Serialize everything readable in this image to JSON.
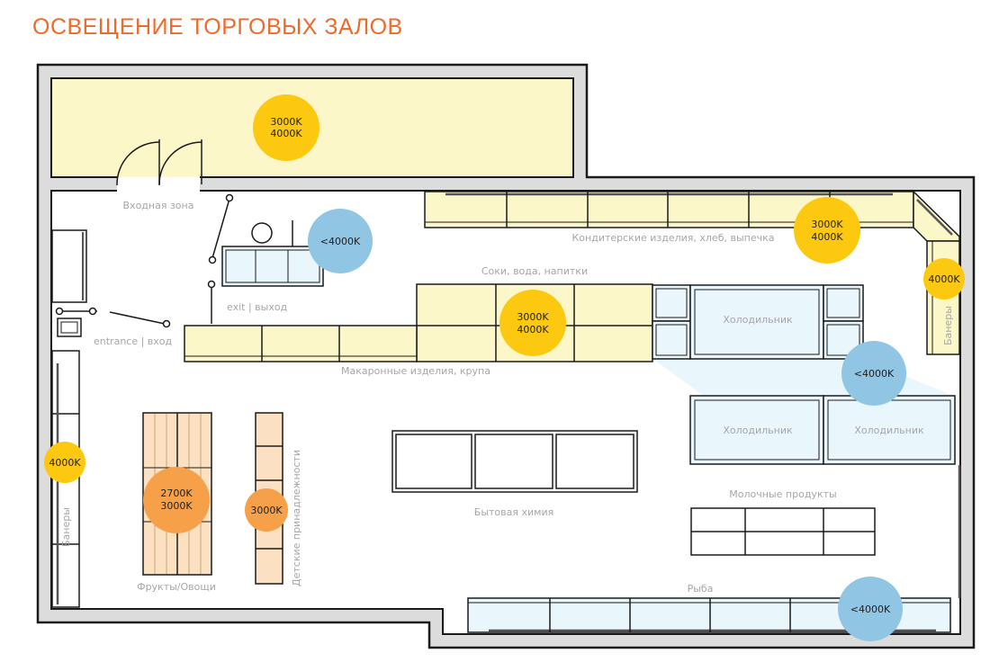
{
  "title": "ОСВЕЩЕНИЕ ТОРГОВЫХ ЗАЛОВ",
  "colors": {
    "title": "#ef6a2a",
    "warm_fill": "#fbf7c8",
    "orange_fill": "#fbe1c1",
    "cold_fill": "#e9f6fb",
    "bubble_yellow": "#fcc810",
    "bubble_orange": "#f6a04a",
    "bubble_blue": "#90c5e4",
    "wall": "#dcdcdc"
  },
  "labels": {
    "entry_zone": "Входная зона",
    "exit": "exit | выход",
    "entrance": "entrance | вход",
    "confectionery": "Кондитерские изделия, хлеб, выпечка",
    "juices": "Соки, вода, напитки",
    "pasta": "Макаронные изделия, крупа",
    "fridge": "Холодильник",
    "dairy": "Молочные продукты",
    "household": "Бытовая химия",
    "fish": "Рыба",
    "fruits": "Фрукты/Овощи",
    "kids": "Детские принадлежности",
    "banners": "Банеры"
  },
  "bubbles": {
    "b3000_4000": [
      "3000K",
      "4000K"
    ],
    "b2700_3000": [
      "2700K",
      "3000K"
    ],
    "b3000": "3000K",
    "b4000": "4000K",
    "blt4000": "<4000K"
  }
}
